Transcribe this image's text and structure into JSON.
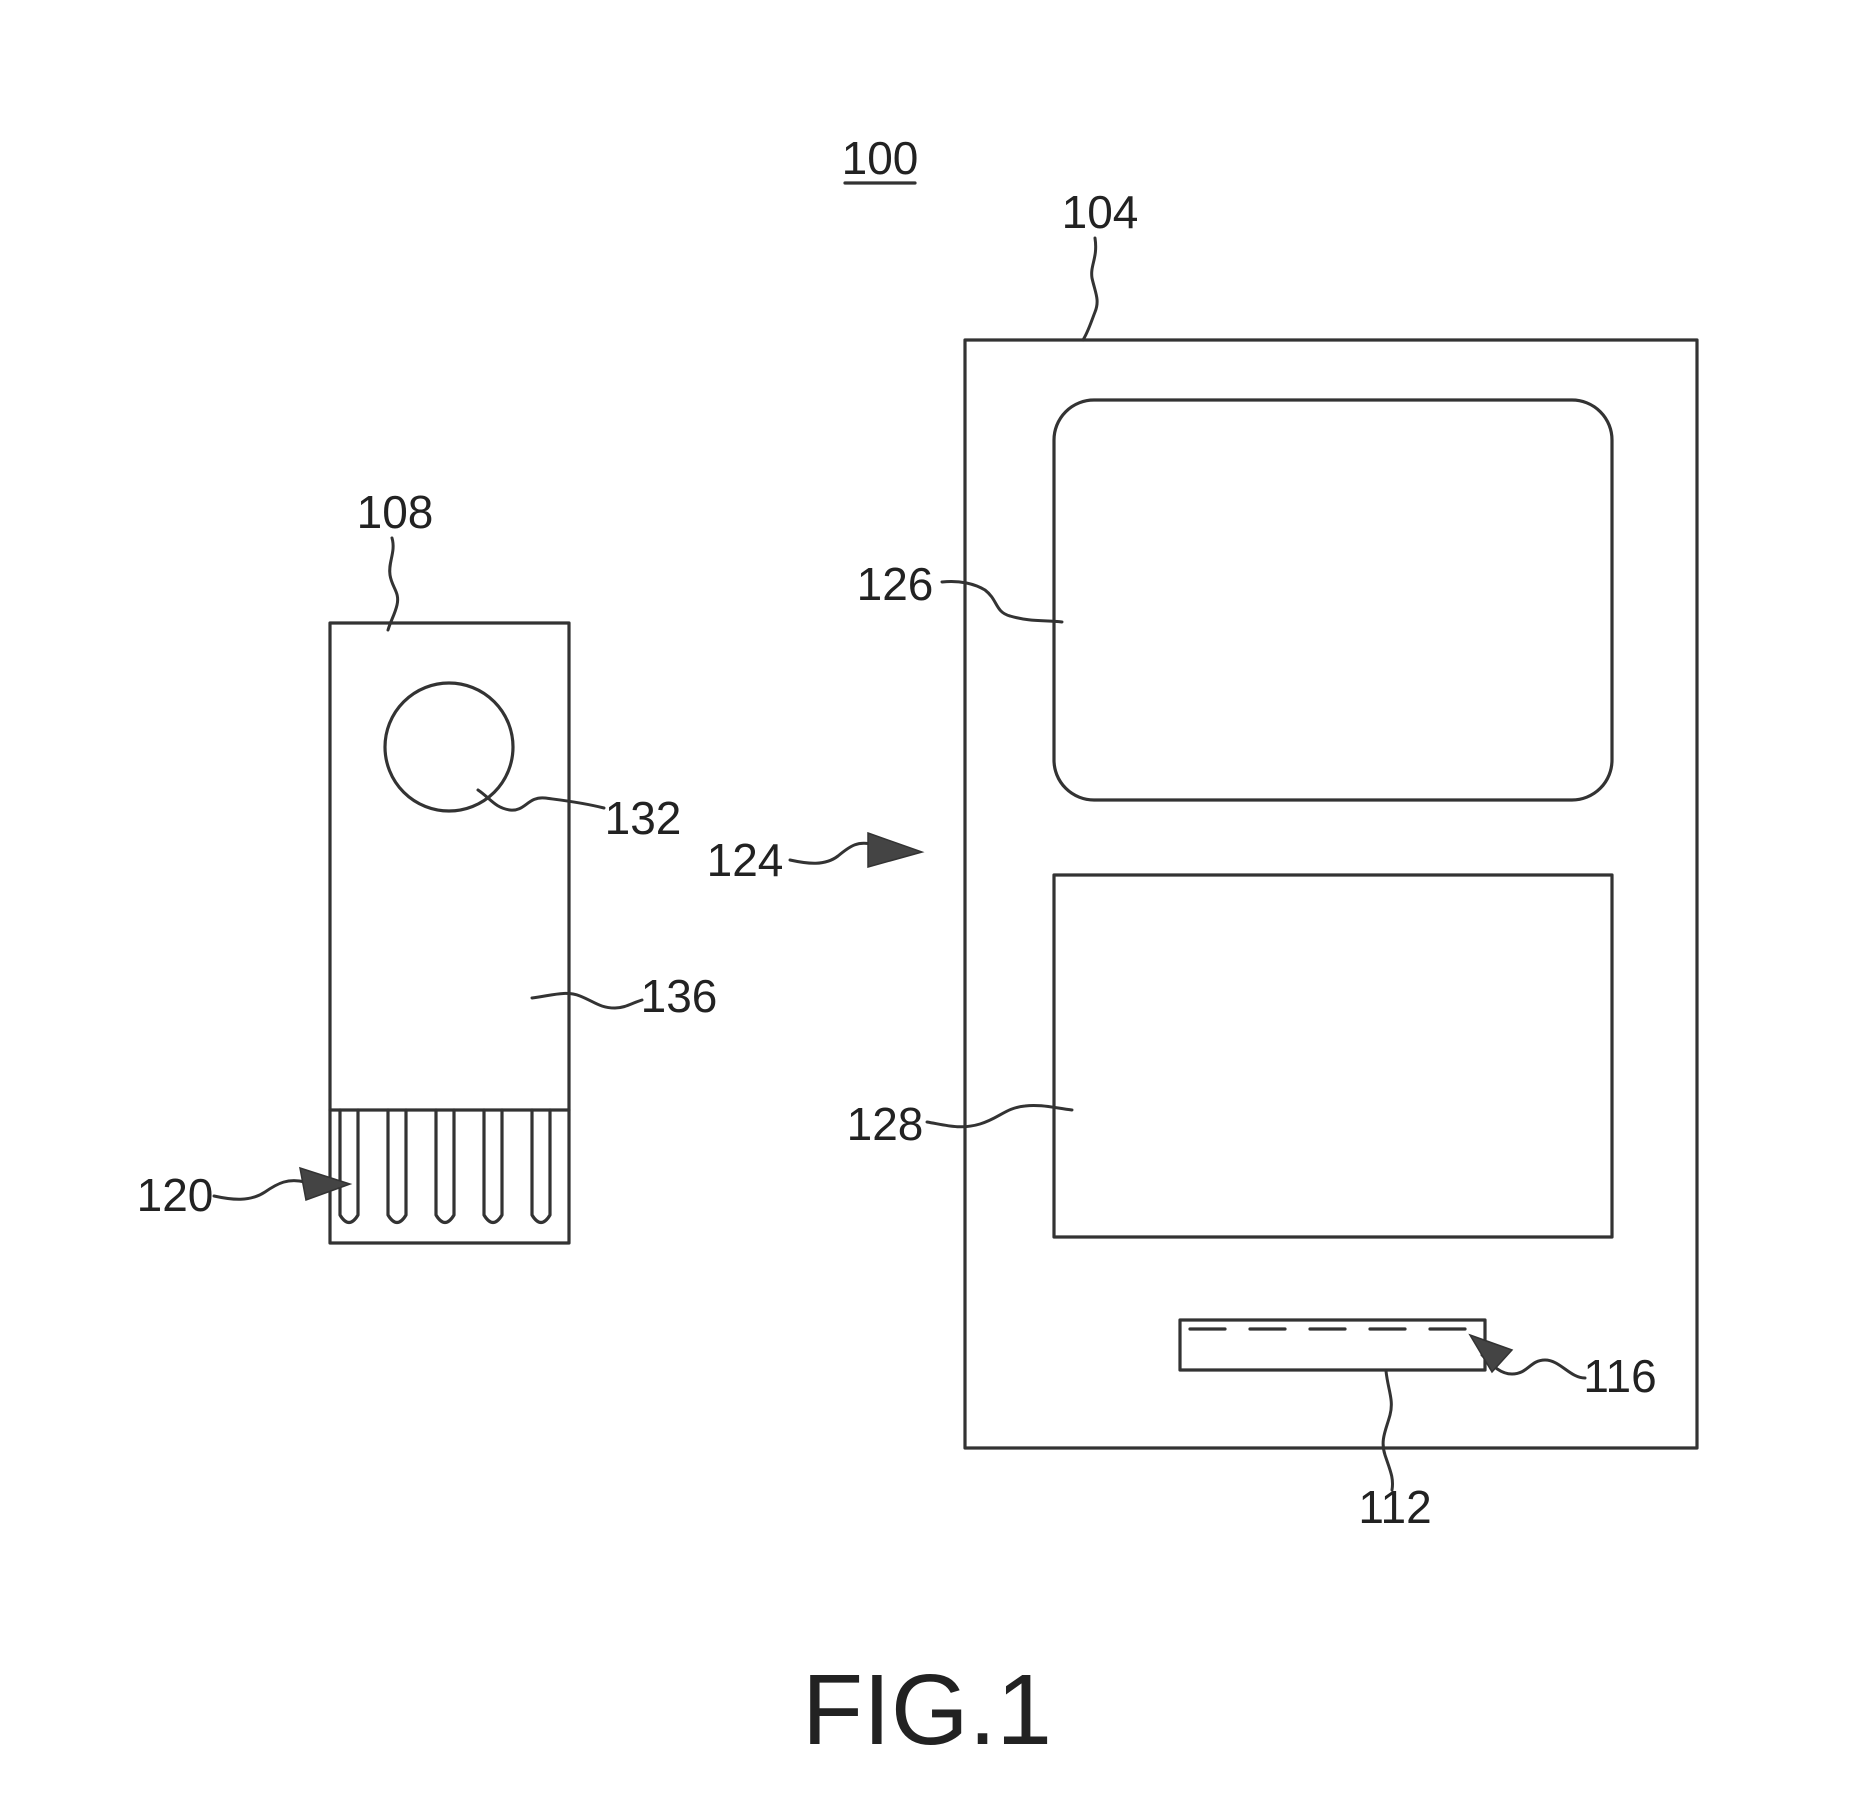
{
  "figure": {
    "caption": "FIG.1",
    "system_label": "100"
  },
  "reference_numerals": {
    "device": "104",
    "test_strip": "108",
    "port": "112",
    "port_contacts": "116",
    "strip_contacts": "120",
    "insertion": "124",
    "display": "126",
    "electronics": "128",
    "sample_area": "132",
    "strip_body": "136"
  }
}
